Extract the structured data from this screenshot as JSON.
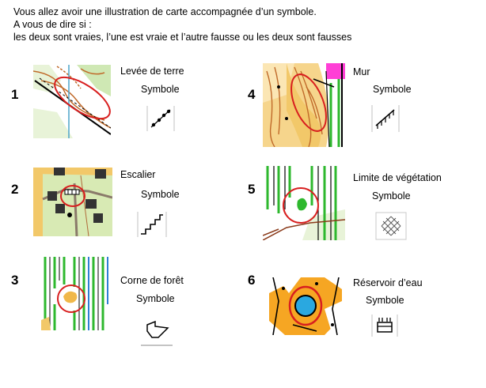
{
  "intro": {
    "line1": "Vous allez avoir une illustration de carte accompagnée d’un symbole.",
    "line2": "A vous de dire si :",
    "line3": "les deux sont vraies, l’une est vraie et l’autre fausse ou les deux sont fausses"
  },
  "items": [
    {
      "number": "1",
      "title": "Levée de terre",
      "symbol_label": "Symbole",
      "symbol_icon": "earth-bank-dotted-line-icon"
    },
    {
      "number": "2",
      "title": "Escalier",
      "symbol_label": "Symbole",
      "symbol_icon": "staircase-steps-icon"
    },
    {
      "number": "3",
      "title": "Corne  de forêt",
      "symbol_label": "Symbole",
      "symbol_icon": "forest-corner-icon"
    },
    {
      "number": "4",
      "title": "Mur",
      "symbol_label": "Symbole",
      "symbol_icon": "wall-icon"
    },
    {
      "number": "5",
      "title": "Limite de végétation",
      "symbol_label": "Symbole",
      "symbol_icon": "crosshatch-vegetation-icon"
    },
    {
      "number": "6",
      "title": "Réservoir d’eau",
      "symbol_label": "Symbole",
      "symbol_icon": "water-tank-icon"
    }
  ]
}
